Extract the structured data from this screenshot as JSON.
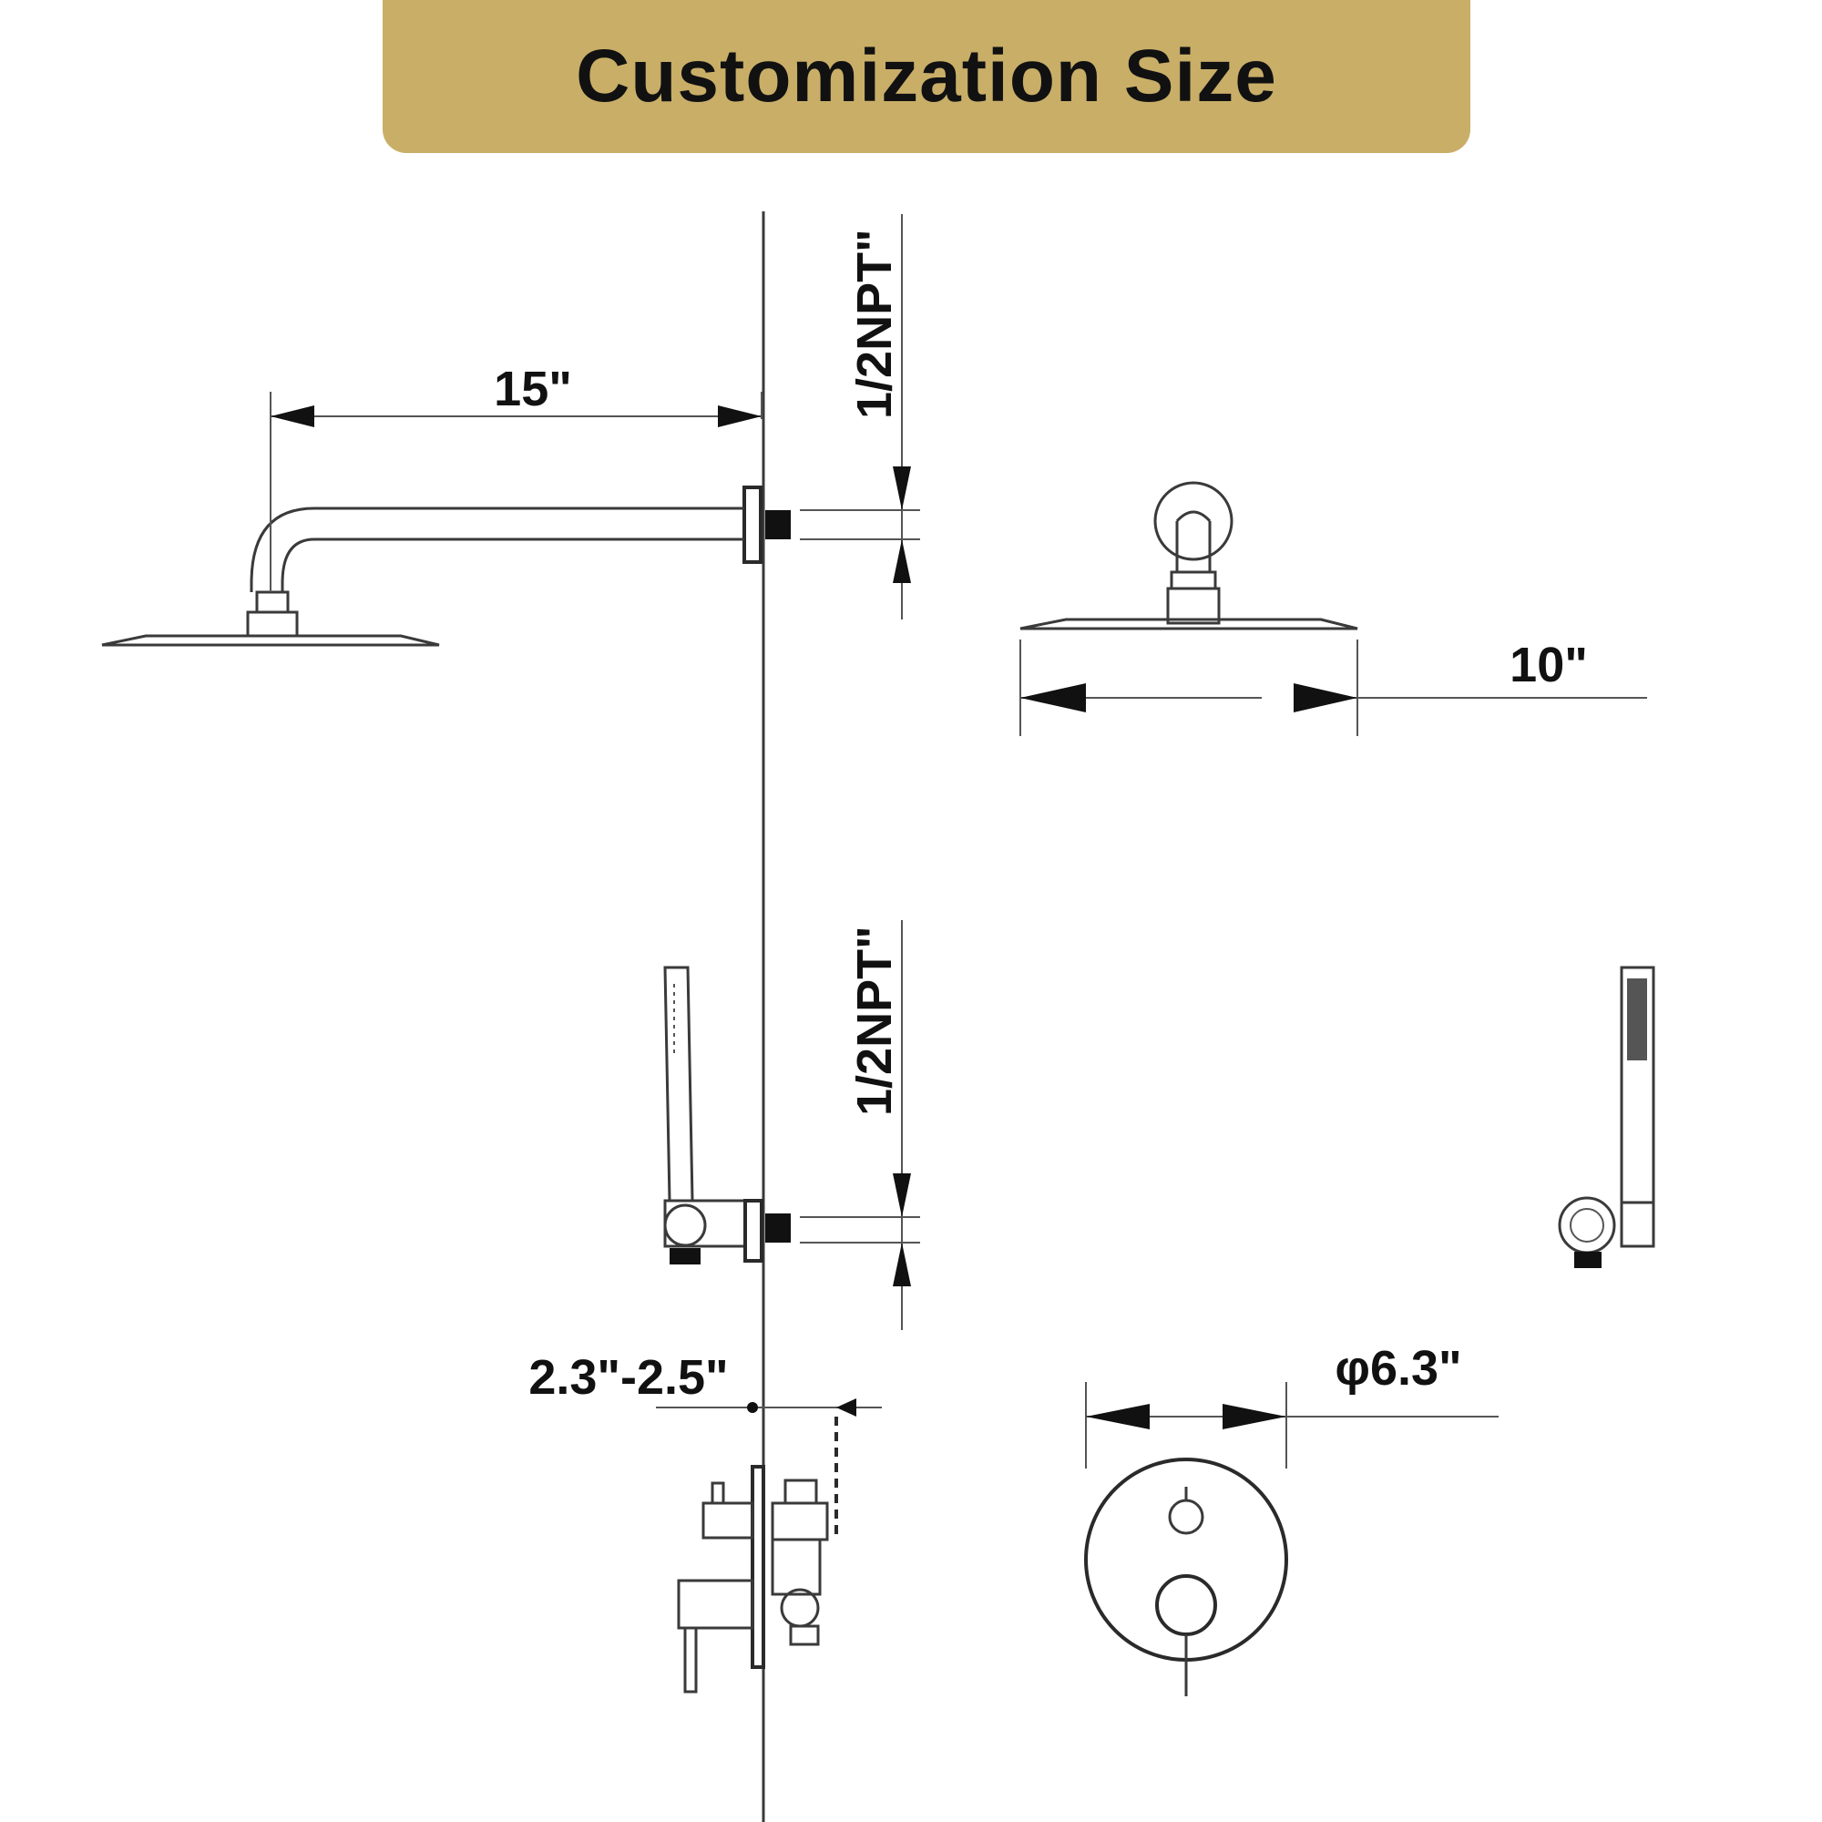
{
  "title": "Customization Size",
  "colors": {
    "banner": "#c9ae68",
    "line": "#3a3a3a",
    "text": "#111111"
  },
  "dimensions": {
    "arm_length": "15\"",
    "top_inlet": "1/2NPT\"",
    "head_diameter": "10\"",
    "hand_inlet": "1/2NPT\"",
    "valve_depth": "2.3\"-2.5\"",
    "plate_diameter": "φ6.3\""
  }
}
